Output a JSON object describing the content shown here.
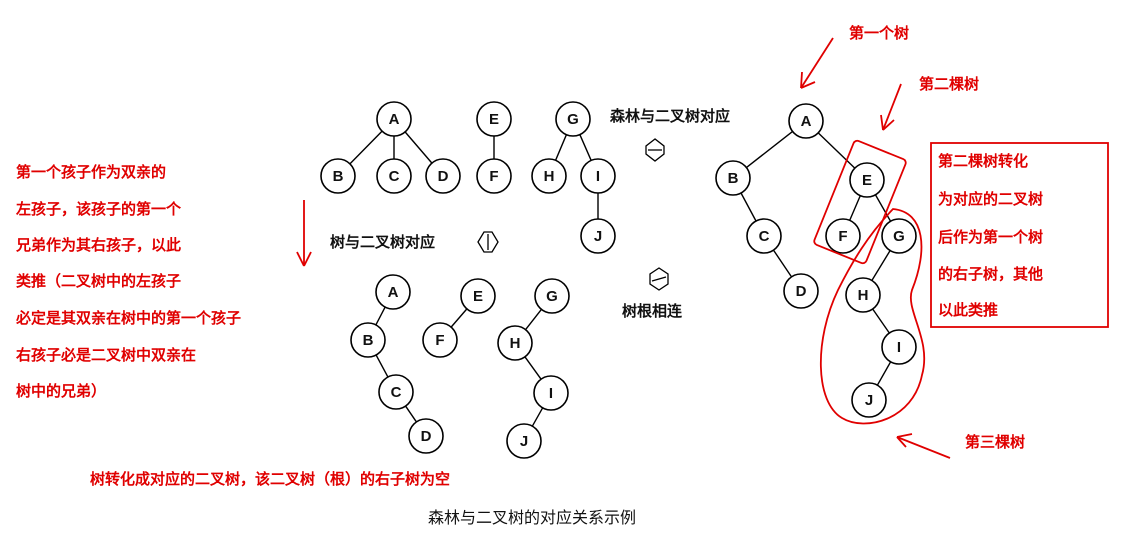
{
  "labels": {
    "forest_binary": "森林与二叉树对应",
    "tree_binary": "树与二叉树对应",
    "root_connect": "树根相连",
    "first_tree": "第一个树",
    "second_tree": "第二棵树",
    "third_tree": "第三棵树",
    "caption": "森林与二叉树的对应关系示例"
  },
  "notes": {
    "left_rule": [
      "第一个孩子作为双亲的",
      "左孩子，该孩子的第一个",
      "兄弟作为其右孩子，以此",
      "类推（二叉树中的左孩子",
      "必定是其双亲在树中的第一个孩子",
      "右孩子必是二叉树中双亲在",
      "树中的兄弟）"
    ],
    "right_rule": [
      "第二棵树转化",
      "为对应的二叉树",
      "后作为第一个树",
      "的右子树，其他",
      "以此类推"
    ],
    "bottom_rule": "树转化成对应的二叉树，该二叉树（根）的右子树为空"
  },
  "trees": {
    "forest": {
      "nodes": [
        "A",
        "B",
        "C",
        "D",
        "E",
        "F",
        "G",
        "H",
        "I",
        "J"
      ],
      "edges": [
        [
          "A",
          "B"
        ],
        [
          "A",
          "C"
        ],
        [
          "A",
          "D"
        ],
        [
          "E",
          "F"
        ],
        [
          "G",
          "H"
        ],
        [
          "G",
          "I"
        ],
        [
          "I",
          "J"
        ]
      ]
    },
    "converted": {
      "nodes": [
        "A",
        "B",
        "C",
        "D",
        "E",
        "F",
        "G",
        "H",
        "I",
        "J"
      ],
      "edges": [
        [
          "A",
          "B"
        ],
        [
          "B",
          "C"
        ],
        [
          "C",
          "D"
        ],
        [
          "E",
          "F"
        ],
        [
          "G",
          "H"
        ],
        [
          "H",
          "I"
        ],
        [
          "I",
          "J"
        ]
      ]
    },
    "binary": {
      "nodes": [
        "A",
        "B",
        "C",
        "D",
        "E",
        "F",
        "G",
        "H",
        "I",
        "J"
      ],
      "edges": [
        [
          "A",
          "B"
        ],
        [
          "B",
          "C"
        ],
        [
          "C",
          "D"
        ],
        [
          "A",
          "E"
        ],
        [
          "E",
          "F"
        ],
        [
          "E",
          "G"
        ],
        [
          "G",
          "H"
        ],
        [
          "H",
          "I"
        ],
        [
          "I",
          "J"
        ]
      ]
    }
  },
  "colors": {
    "annotation": "#e00000",
    "ink": "#000000"
  }
}
